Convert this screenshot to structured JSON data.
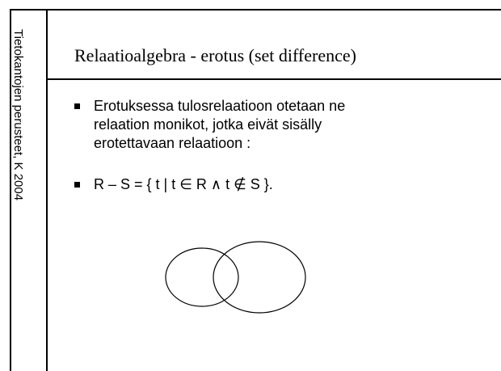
{
  "sidebar": {
    "caption": "Tietokantojen perusteet, K 2004"
  },
  "slide": {
    "title": "Relaatioalgebra - erotus (set difference)",
    "bullets": [
      {
        "lines": [
          "Erotuksessa tulosrelaatioon otetaan ne",
          "relaation monikot, jotka  eivät sisälly",
          "erotettavaan  relaatioon :"
        ]
      },
      {
        "lines": [
          "R – S = { t |  t ∈  R ∧  t ∉ S }."
        ]
      }
    ]
  },
  "diagram": {
    "type": "venn",
    "circles": [
      "left-circle",
      "right-circle"
    ]
  },
  "colors": {
    "background": "#ffffff",
    "lines": "#000000",
    "text": "#000000"
  }
}
